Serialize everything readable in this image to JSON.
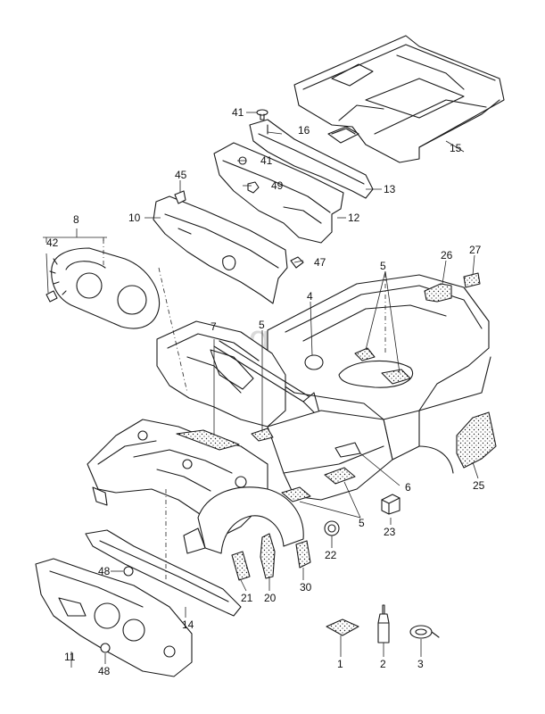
{
  "watermark": "vagtec.ru",
  "callouts": {
    "c1": "1",
    "c2": "2",
    "c3": "3",
    "c4": "4",
    "c5a": "5",
    "c5b": "5",
    "c5c": "5",
    "c6": "6",
    "c7": "7",
    "c8": "8",
    "c10": "10",
    "c11": "11",
    "c12": "12",
    "c13": "13",
    "c14": "14",
    "c15": "15",
    "c16": "16",
    "c20": "20",
    "c21": "21",
    "c22": "22",
    "c23": "23",
    "c25": "25",
    "c26": "26",
    "c27": "27",
    "c30": "30",
    "c41a": "41",
    "c41b": "41",
    "c42": "42",
    "c45": "45",
    "c47": "47",
    "c48a": "48",
    "c48b": "48",
    "c49": "49"
  },
  "colors": {
    "line": "#1a1a1a",
    "watermark": "#d9d9d9",
    "background": "#ffffff"
  }
}
